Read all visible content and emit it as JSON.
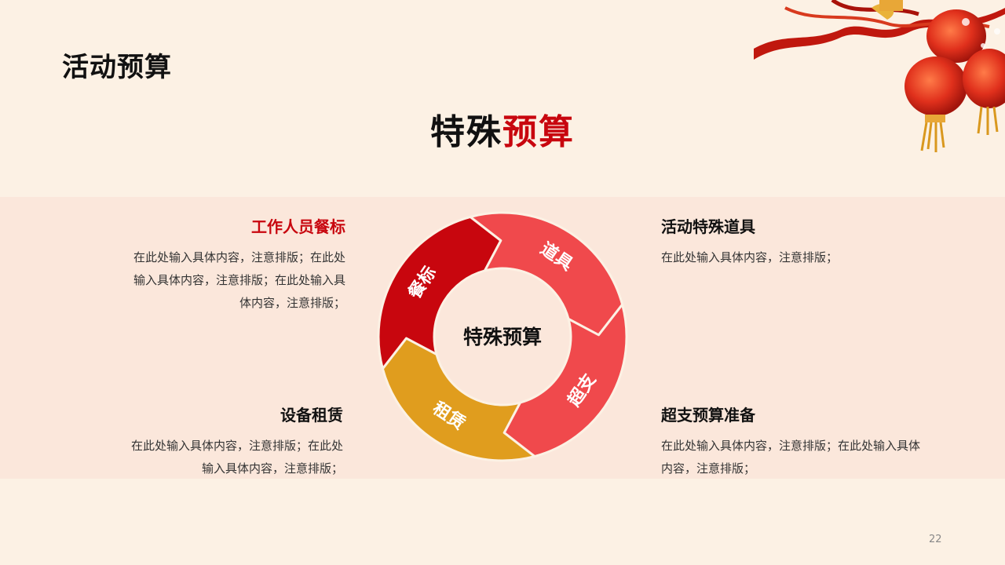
{
  "header": {
    "title": "活动预算"
  },
  "main_title": {
    "part1": "特殊",
    "part2": "预算"
  },
  "center_label": "特殊预算",
  "segments": [
    {
      "label": "餐标",
      "color": "#c8060e"
    },
    {
      "label": "道具",
      "color": "#f0494c"
    },
    {
      "label": "超支",
      "color": "#f0494c"
    },
    {
      "label": "租赁",
      "color": "#e09d1e"
    }
  ],
  "blocks": {
    "top_left": {
      "title": "工作人员餐标",
      "lines": [
        "在此处输入具体内容，注意排版；在此处",
        "输入具体内容，注意排版；在此处输入具",
        "体内容，注意排版；"
      ]
    },
    "top_right": {
      "title": "活动特殊道具",
      "lines": [
        "在此处输入具体内容，注意排版；"
      ]
    },
    "bottom_left": {
      "title": "设备租赁",
      "lines": [
        "在此处输入具体内容，注意排版；在此处",
        "输入具体内容，注意排版；"
      ]
    },
    "bottom_right": {
      "title": "超支预算准备",
      "lines": [
        "在此处输入具体内容，注意排版；在此处输入具体",
        "内容，注意排版；"
      ]
    }
  },
  "page_number": "22"
}
